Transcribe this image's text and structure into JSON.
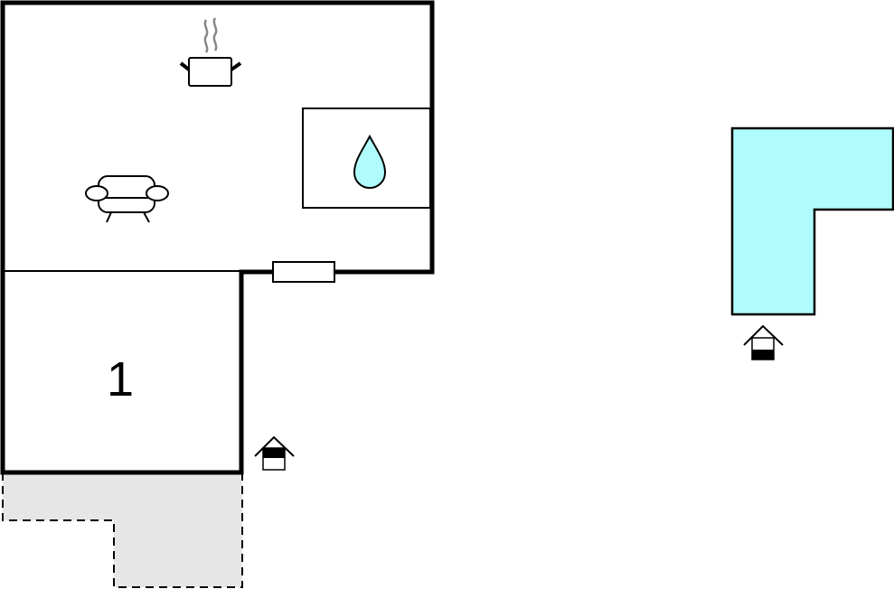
{
  "floorplan": {
    "rooms": [
      {
        "id": "living-kitchen",
        "label": ""
      },
      {
        "id": "bedroom",
        "label": "1"
      }
    ],
    "icons": [
      "cooking-pot-icon",
      "sofa-icon",
      "water-drop-icon",
      "entrance-icon",
      "pool-entrance-icon"
    ],
    "colors": {
      "wall": "#000000",
      "water": "#b0fbfb",
      "terrace": "#e6e6e6",
      "steam": "#888888"
    }
  }
}
